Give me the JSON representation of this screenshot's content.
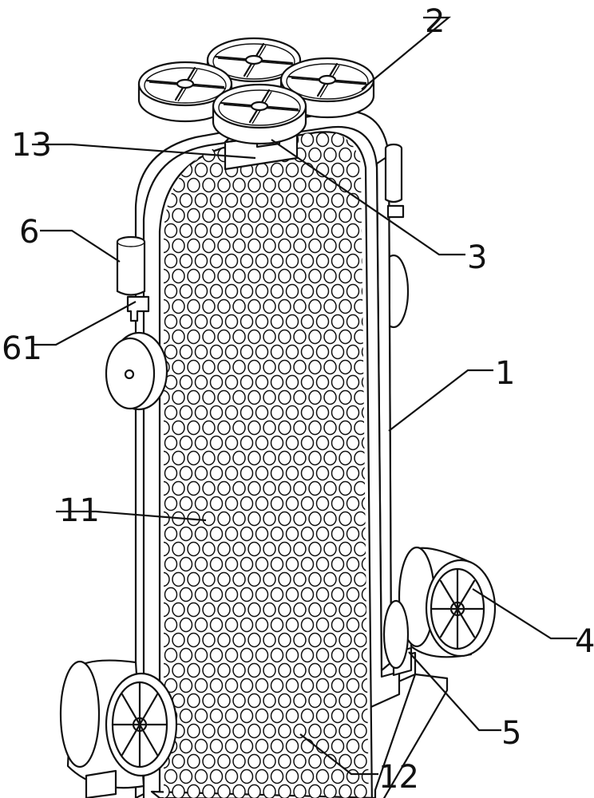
{
  "labels": {
    "l1": "1",
    "l2": "2",
    "l3": "3",
    "l4": "4",
    "l5": "5",
    "l6": "6",
    "l61": "61",
    "l11": "11",
    "l12": "12",
    "l13": "13"
  }
}
